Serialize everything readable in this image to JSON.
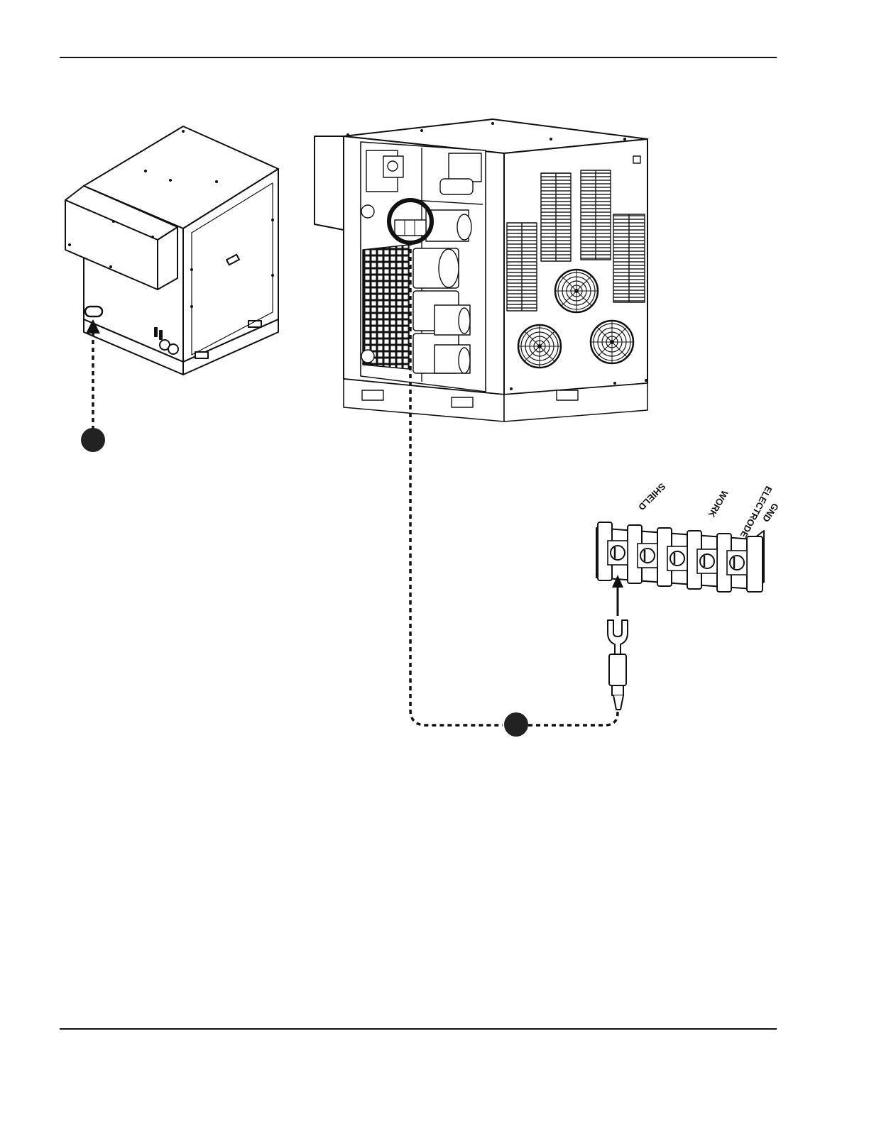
{
  "terminal_block": {
    "labels": [
      "SHIELD",
      "WORK",
      "ELECTRODE",
      "GND"
    ]
  },
  "colors": {
    "ink": "#111111",
    "paper": "#ffffff",
    "callout": "#222222"
  },
  "icons": {
    "fan": "fan-grille-icon",
    "screw": "screw-terminal-icon",
    "spade": "spade-lug-icon"
  }
}
